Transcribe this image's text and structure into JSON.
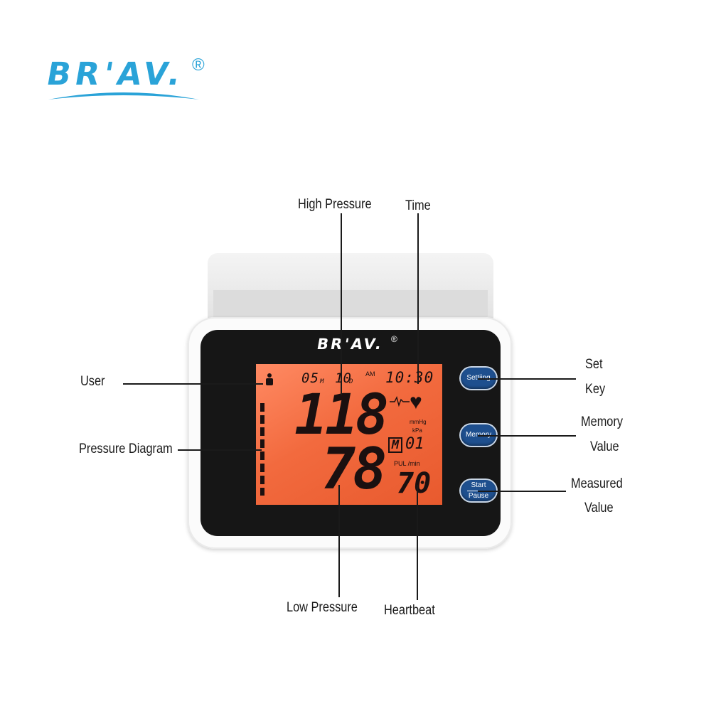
{
  "brand": {
    "name": "BR'AV.",
    "registered": "®",
    "swoosh_color": "#2aa3d8"
  },
  "device": {
    "brand": "BR'AV.",
    "registered": "®",
    "lcd": {
      "month": "05",
      "month_unit": "M",
      "day": "10",
      "day_unit": "D",
      "ampm": "AM",
      "time": "10:30",
      "systolic": "118",
      "diastolic": "78",
      "unit_mmhg": "mmHg",
      "unit_kpa": "kPa",
      "memory_label": "M",
      "memory_number": "01",
      "pulse_label": "PUL /min",
      "pulse": "70",
      "heart_icon": "heart-icon",
      "user_icon": "person-icon",
      "backlight_color": "#f26a3e"
    },
    "buttons": {
      "setting": "Settiing",
      "memory": "Memory",
      "start": "Start",
      "pause": "Pause",
      "color": "#1e4f8e"
    }
  },
  "annotations": {
    "high_pressure": "High Pressure",
    "time": "Time",
    "user": "User",
    "pressure_diagram": "Pressure Diagram",
    "set": "Set",
    "key": "Key",
    "memory": "Memory",
    "value": "Value",
    "measured": "Measured",
    "measured_value": "Value",
    "low_pressure": "Low Pressure",
    "heartbeat": "Heartbeat"
  }
}
